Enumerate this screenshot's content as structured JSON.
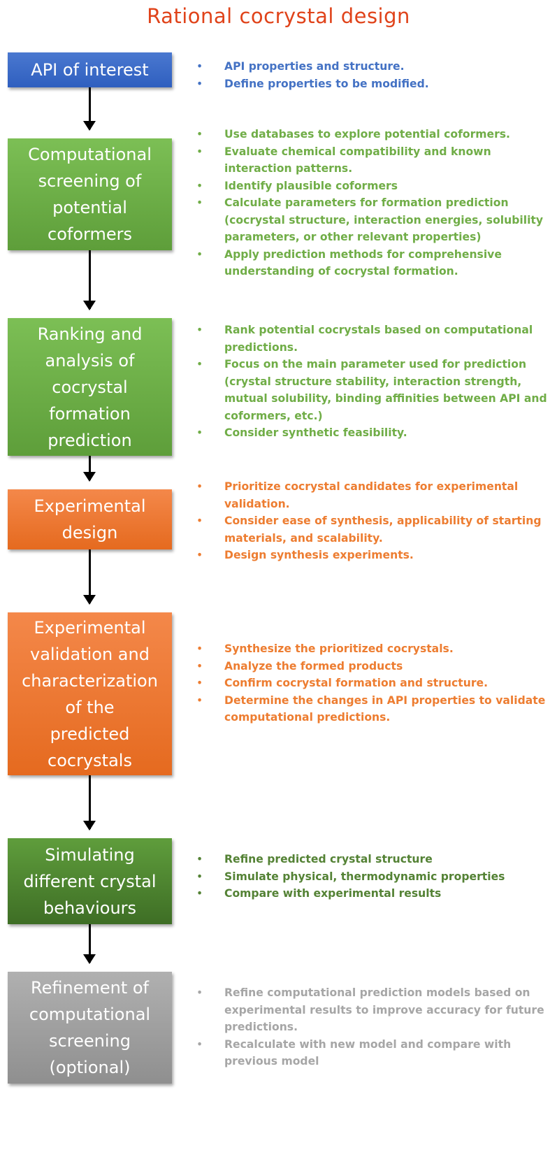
{
  "title": "Rational cocrystal design",
  "colors": {
    "title": "#e0431a",
    "blue": "#4472c4",
    "green": "#70ad47",
    "dark_green": "#548235",
    "orange": "#ed7d31",
    "gray": "#a6a6a6"
  },
  "steps": [
    {
      "label": "API of interest",
      "bullets": [
        "API properties and structure.",
        "Define properties to be modified."
      ]
    },
    {
      "label": "Computational\nscreening of\npotential\ncoformers",
      "bullets": [
        "Use databases to explore potential coformers.",
        "Evaluate chemical compatibility and known interaction patterns.",
        "Identify plausible coformers",
        "Calculate parameters for formation prediction (cocrystal structure, interaction energies, solubility parameters, or other relevant properties)",
        "Apply prediction methods for comprehensive understanding of cocrystal formation."
      ]
    },
    {
      "label": "Ranking and\nanalysis of\ncocrystal\nformation\nprediction",
      "bullets": [
        "Rank potential cocrystals based on computational predictions.",
        "Focus on the main parameter used for prediction (crystal structure stability, interaction strength, mutual solubility, binding affinities between API and coformers, etc.)",
        "Consider synthetic feasibility."
      ]
    },
    {
      "label": "Experimental\ndesign",
      "bullets": [
        "Prioritize cocrystal candidates for experimental validation.",
        "Consider ease of synthesis, applicability of starting materials, and scalability.",
        "Design synthesis experiments."
      ]
    },
    {
      "label": "Experimental\nvalidation and\ncharacterization\nof the\npredicted\ncocrystals",
      "bullets": [
        "Synthesize the prioritized cocrystals.",
        "Analyze the formed products",
        "Confirm cocrystal formation and structure.",
        "Determine the changes in API properties to validate computational predictions."
      ]
    },
    {
      "label": "Simulating\ndifferent crystal\nbehaviours",
      "bullets": [
        "Refine predicted crystal structure",
        "Simulate physical, thermodynamic properties",
        "Compare with experimental results"
      ]
    },
    {
      "label": "Refinement of\ncomputational\nscreening\n(optional)",
      "bullets": [
        "Refine computational prediction models based on experimental results to improve accuracy for future predictions.",
        "Recalculate with new model and compare with previous model"
      ]
    }
  ]
}
